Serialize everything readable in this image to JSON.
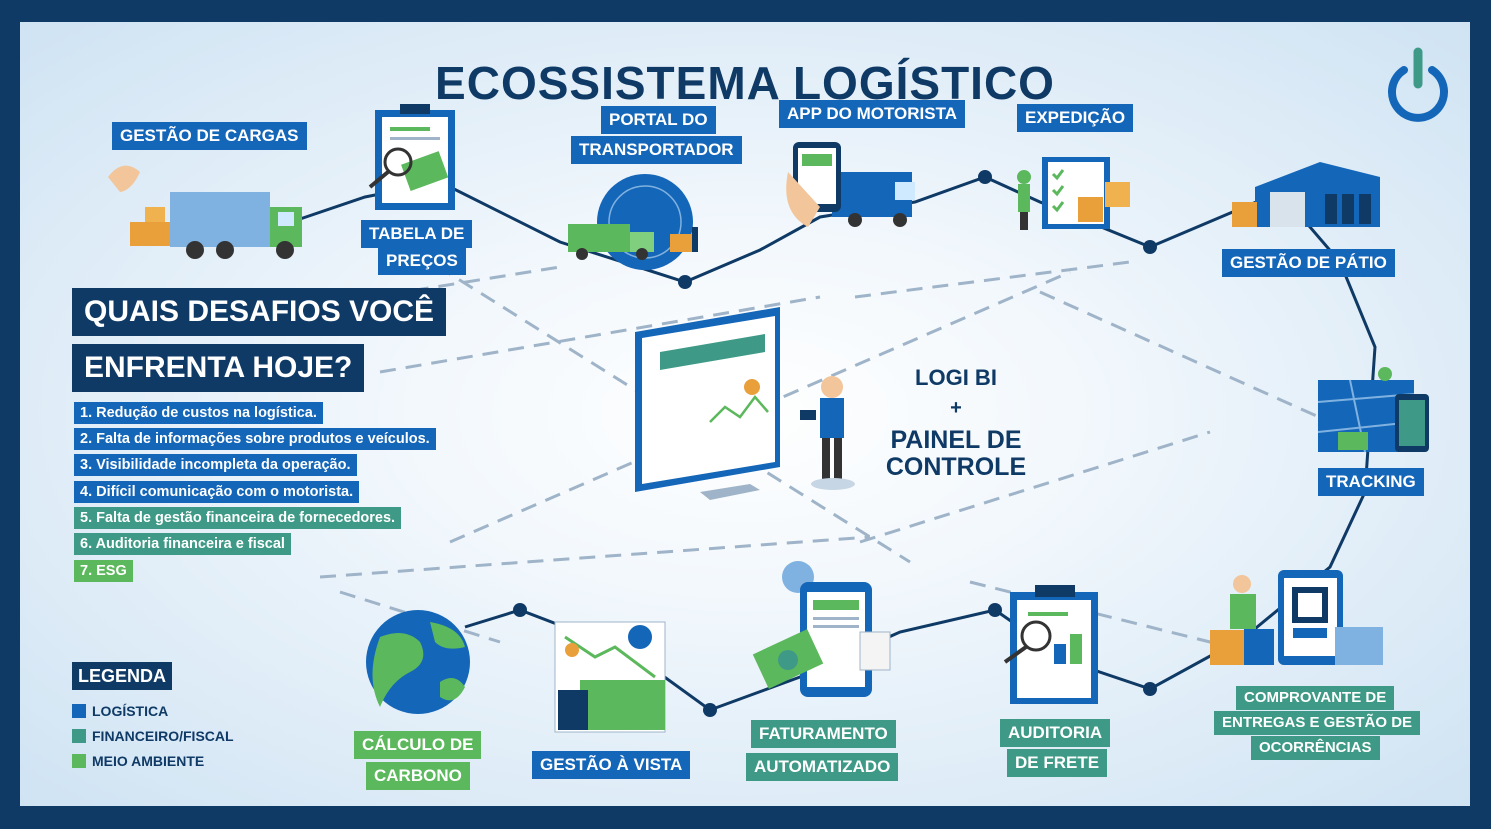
{
  "title": "ECOSSISTEMA LOGÍSTICO",
  "center": {
    "line1": "LOGI BI",
    "plus": "+",
    "line2": "PAINEL DE",
    "line3": "CONTROLE"
  },
  "question": {
    "line1": "QUAIS DESAFIOS VOCÊ",
    "line2": "ENFRENTA HOJE?"
  },
  "challenges": [
    {
      "text": "1. Redução de custos na logística.",
      "category": "logistica"
    },
    {
      "text": "2. Falta de informações sobre produtos e veículos.",
      "category": "logistica"
    },
    {
      "text": "3. Visibilidade incompleta da operação.",
      "category": "logistica"
    },
    {
      "text": "4. Difícil comunicação com o motorista.",
      "category": "logistica"
    },
    {
      "text": "5. Falta de gestão financeira de fornecedores.",
      "category": "financeiro"
    },
    {
      "text": "6. Auditoria financeira e fiscal",
      "category": "financeiro"
    },
    {
      "text": "7. ESG",
      "category": "meio_ambiente"
    }
  ],
  "nodes": {
    "gestao_cargas": "GESTÃO DE CARGAS",
    "tabela_precos_1": "TABELA DE",
    "tabela_precos_2": "PREÇOS",
    "portal_1": "PORTAL DO",
    "portal_2": "TRANSPORTADOR",
    "app_motorista": "APP DO MOTORISTA",
    "expedicao": "EXPEDIÇÃO",
    "gestao_patio": "GESTÃO DE PÁTIO",
    "tracking": "TRACKING",
    "comprovante_1": "COMPROVANTE DE",
    "comprovante_2": "ENTREGAS E GESTÃO DE",
    "comprovante_3": "OCORRÊNCIAS",
    "auditoria_1": "AUDITORIA",
    "auditoria_2": "DE FRETE",
    "faturamento_1": "FATURAMENTO",
    "faturamento_2": "AUTOMATIZADO",
    "gestao_vista": "GESTÃO À VISTA",
    "carbono_1": "CÁLCULO DE",
    "carbono_2": "CARBONO"
  },
  "legend": {
    "title": "LEGENDA",
    "items": [
      {
        "label": "LOGÍSTICA",
        "color": "#1466b8"
      },
      {
        "label": "FINANCEIRO/FISCAL",
        "color": "#3e9a86"
      },
      {
        "label": "MEIO AMBIENTE",
        "color": "#5cb85c"
      }
    ]
  },
  "colors": {
    "navy": "#0f3a66",
    "logistica": "#1466b8",
    "financeiro": "#3e9a86",
    "meio_ambiente": "#5cb85c"
  }
}
